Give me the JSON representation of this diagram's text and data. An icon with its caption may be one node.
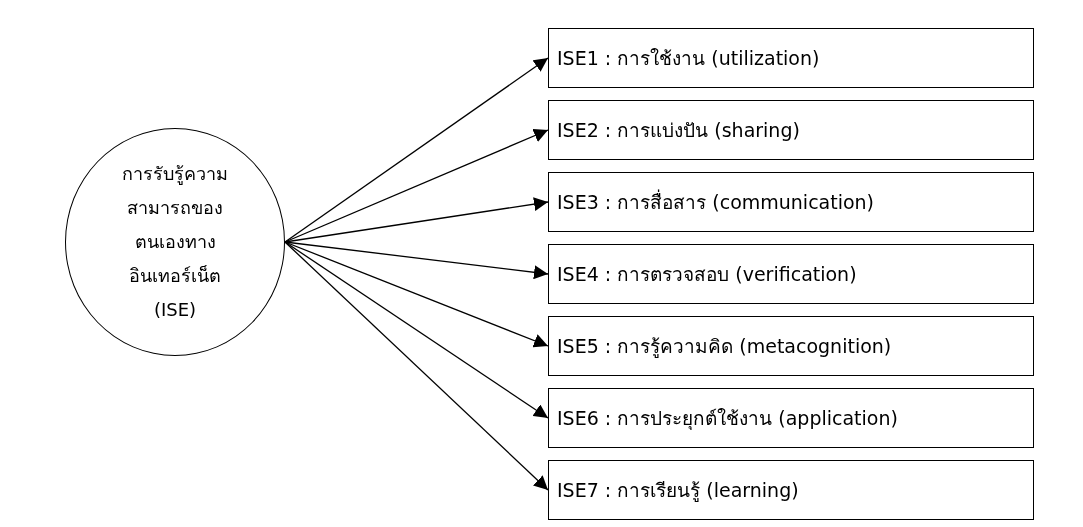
{
  "diagram": {
    "nodes": [
      {
        "text": [
          "การรับรู้ความสามารถของตนเองทางอินเทอร์เน็ต (ISE)"
        ]
      },
      {
        "text": [
          "ISE1 : การใช้งาน (utilization)"
        ]
      },
      {
        "text": [
          "ISE2 : การแบ่งปัน (sharing)"
        ]
      },
      {
        "text": [
          "ISE3 : การสื่อสาร (communication)"
        ]
      },
      {
        "text": [
          "ISE4 : การตรวจสอบ (verification)"
        ]
      },
      {
        "text": [
          "ISE5 : การรู้ความคิด (metacognition)"
        ]
      },
      {
        "text": [
          "ISE6 : การประยุกต์ใช้งาน (application)"
        ]
      },
      {
        "text": [
          "ISE7 : การเรียนรู้ (learning)"
        ]
      }
    ],
    "edges": [
      {
        "from": 0,
        "to": 1,
        "arrow": "to"
      },
      {
        "from": 0,
        "to": 2,
        "arrow": "to"
      },
      {
        "from": 0,
        "to": 3,
        "arrow": "to"
      },
      {
        "from": 0,
        "to": 4,
        "arrow": "to"
      },
      {
        "from": 0,
        "to": 5,
        "arrow": "to"
      },
      {
        "from": 0,
        "to": 6,
        "arrow": "to"
      },
      {
        "from": 0,
        "to": 7,
        "arrow": "to"
      }
    ]
  }
}
